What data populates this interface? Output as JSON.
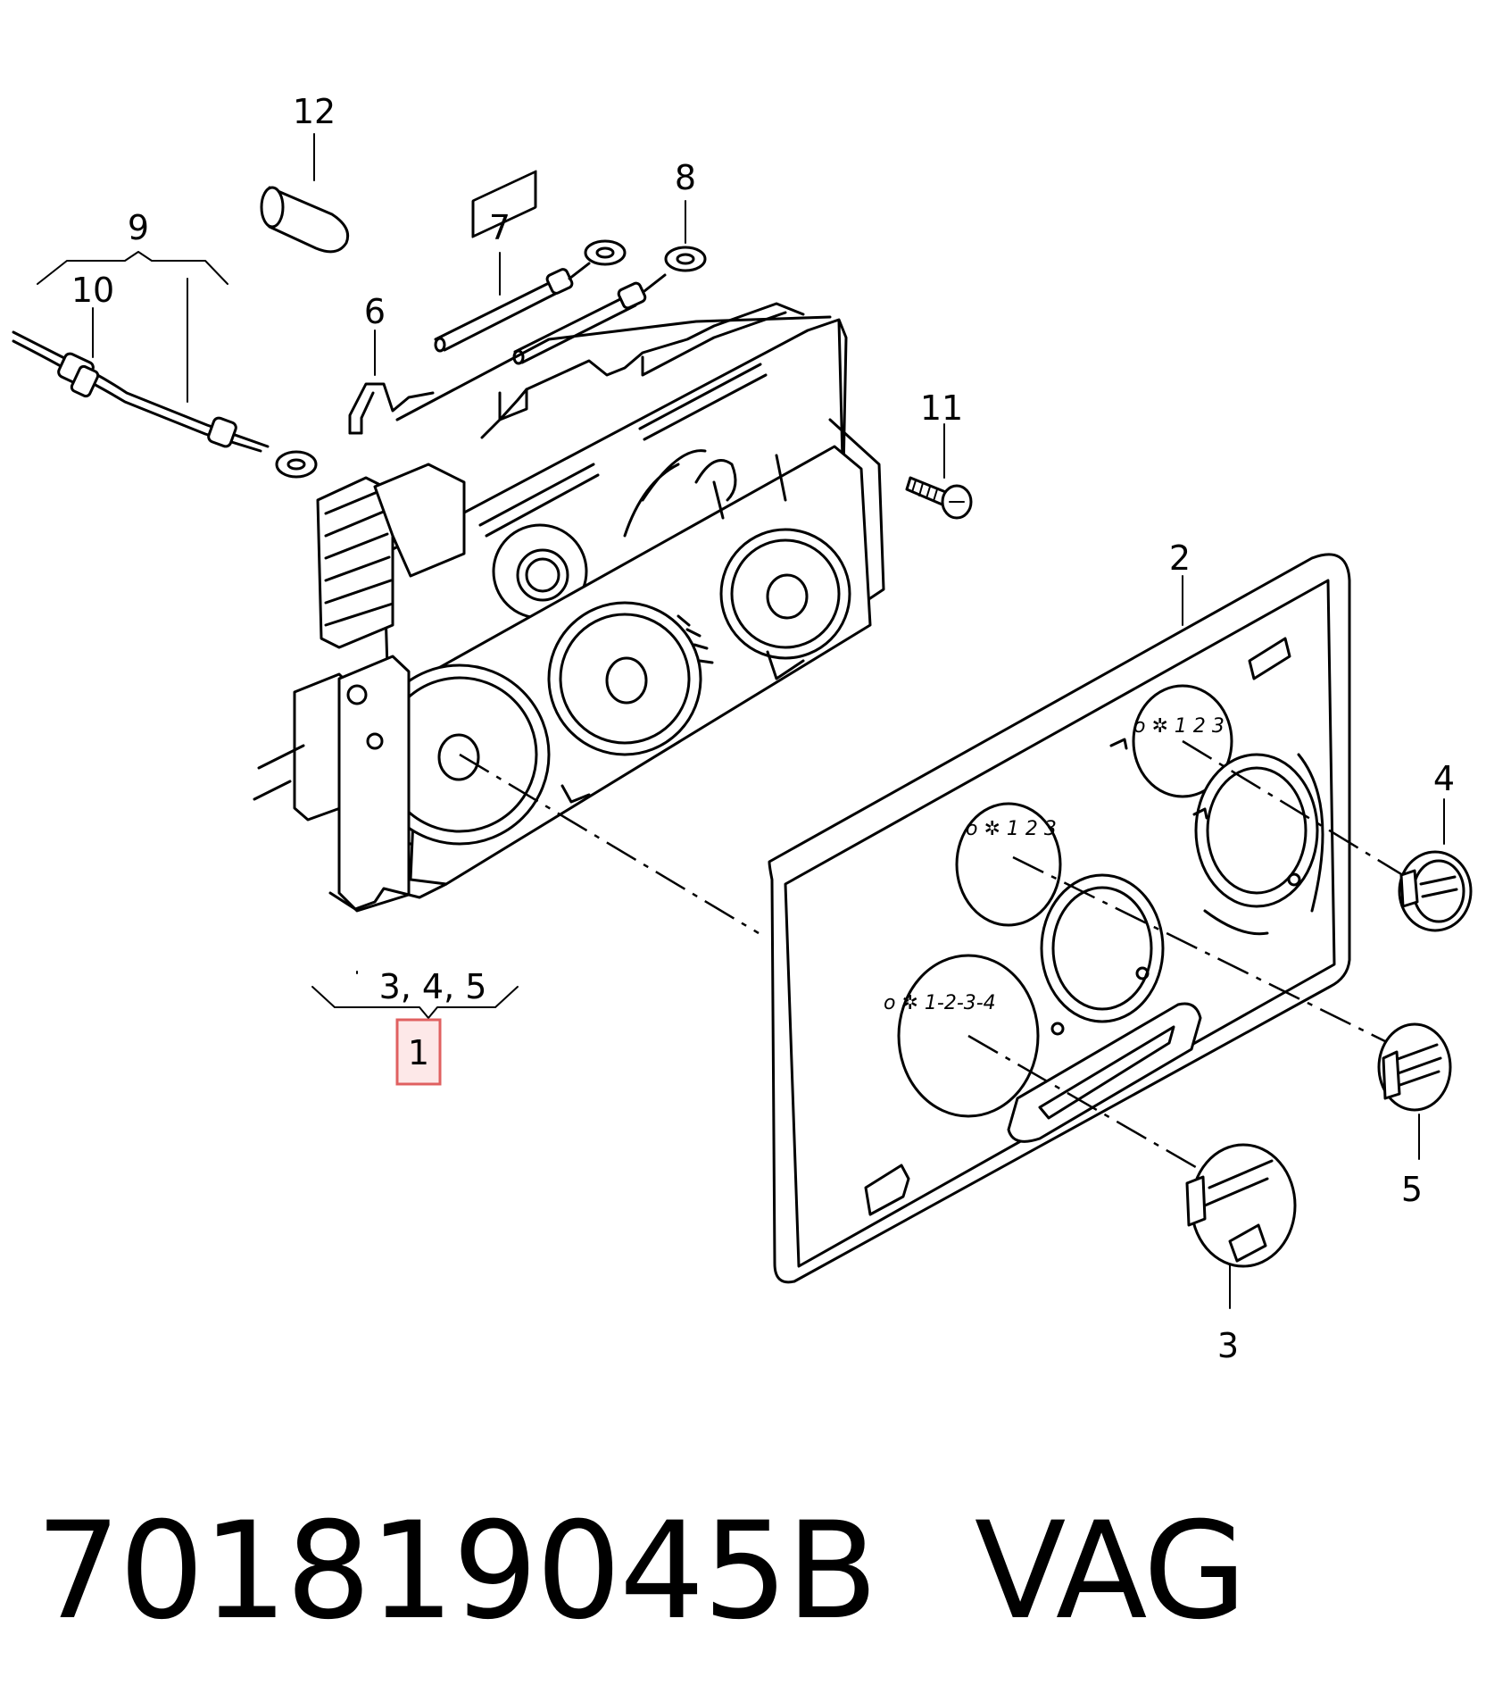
{
  "callouts": {
    "c12": "12",
    "c8": "8",
    "c9": "9",
    "c7": "7",
    "c10": "10",
    "c6": "6",
    "c11": "11",
    "c2": "2",
    "c4": "4",
    "c345": "3, 4, 5",
    "c1": "1",
    "c5": "5",
    "c3": "3"
  },
  "panel_scales": {
    "left_knob": "o ✲ 1-2-3-4",
    "middle_knob": "o ✲ 1 2 3",
    "top_knob": "o ✲ 1 2 3"
  },
  "footer": {
    "part_number": "701819045B",
    "brand": "VAG"
  },
  "colors": {
    "highlight_box": "#e06060",
    "highlight_fill": "#fde8e8"
  }
}
